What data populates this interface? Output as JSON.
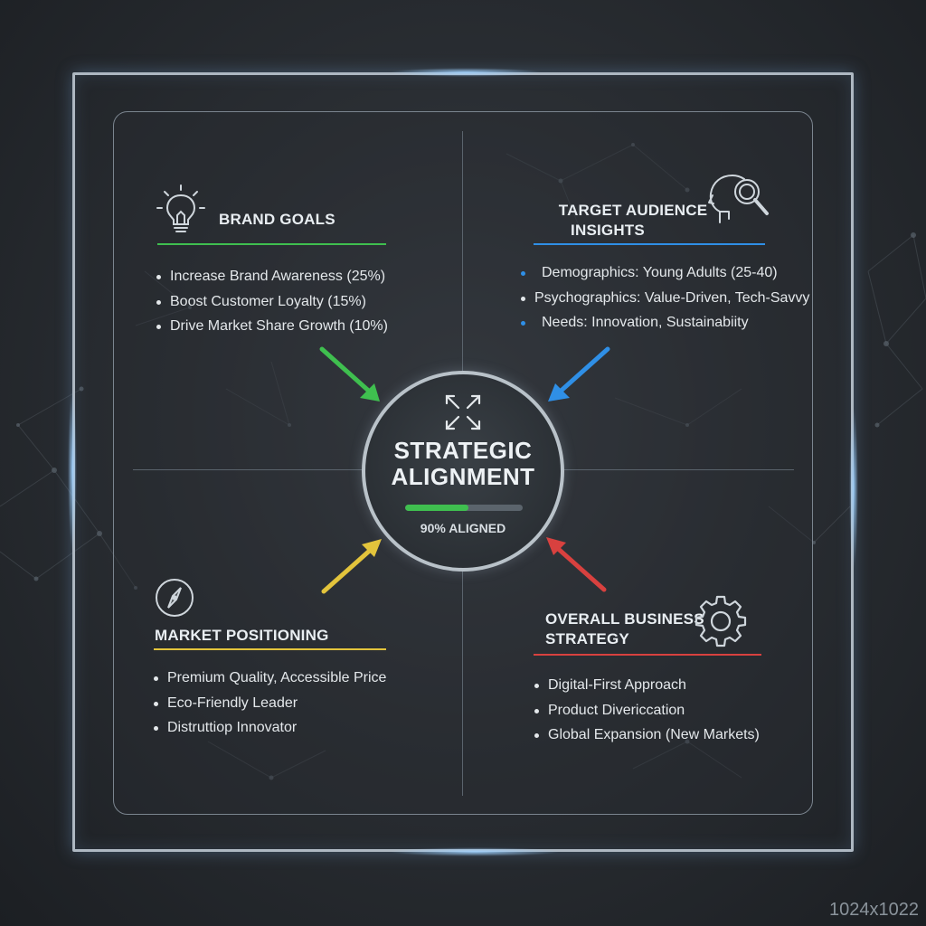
{
  "center": {
    "title_line1": "STRATEGIC",
    "title_line2": "ALIGNMENT",
    "progress_percent": 90,
    "progress_label": "90% ALIGNED"
  },
  "brand_goals": {
    "title": "BRAND GOALS",
    "icon": "lightbulb-icon",
    "accent": "#3fbf4f",
    "items": [
      "Increase Brand Awareness (25%)",
      "Boost Customer Loyalty (15%)",
      "Drive Market Share Growth (10%)"
    ]
  },
  "target_audience": {
    "title_line1": "TARGET AUDIENCE",
    "title_line2": "INSIGHTS",
    "icon": "head-magnifier-icon",
    "accent": "#2f8fe6",
    "items": [
      "Demographics: Young Adults (25-40)",
      "Psychographics: Value-Driven, Tech-Savvy",
      "Needs: Innovation, Sustainabiity"
    ]
  },
  "market_positioning": {
    "title": "MARKET POSITIONING",
    "icon": "compass-icon",
    "accent": "#e3c43c",
    "items": [
      "Premium Quality, Accessible Price",
      "Eco-Friendly Leader",
      "Distruttiop Innovator"
    ]
  },
  "business_strategy": {
    "title_line1": "OVERALL BUSINESS",
    "title_line2": "STRATEGY",
    "icon": "gear-icon",
    "accent": "#d8413f",
    "items": [
      "Digital-First Approach",
      "Product Divericcation",
      "Global Expansion (New Markets)"
    ]
  },
  "watermark": "1024x1022"
}
